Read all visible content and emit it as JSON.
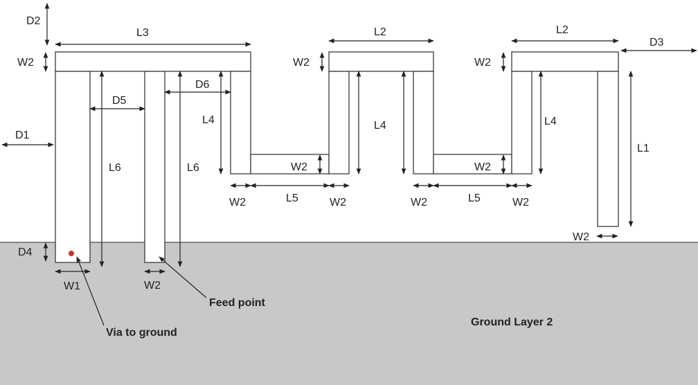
{
  "colors": {
    "ground": "#c8c8c8",
    "trace_fill": "#ffffff",
    "trace_stroke": "#3a3a3a",
    "via": "#c0392b",
    "text": "#222222"
  },
  "labels": {
    "d1": "D1",
    "d2": "D2",
    "d3": "D3",
    "d4": "D4",
    "d5": "D5",
    "d6": "D6",
    "l1": "L1",
    "l2a": "L2",
    "l2b": "L2",
    "l3": "L3",
    "l4a": "L4",
    "l4b": "L4",
    "l4c": "L4",
    "l5a": "L5",
    "l5b": "L5",
    "l6a": "L6",
    "l6b": "L6",
    "w1": "W1",
    "w2_left_top": "W2",
    "w2_mid_top": "W2",
    "w2_right_top": "W2",
    "w2_step1": "W2",
    "w2_step2": "W2",
    "w2_b1": "W2",
    "w2_b2": "W2",
    "w2_b3": "W2",
    "w2_b4": "W2",
    "w2_feed": "W2",
    "w2_end": "W2"
  },
  "annotations": {
    "feed_point": "Feed point",
    "via_to_ground": "Via to ground",
    "ground_layer": "Ground Layer 2"
  }
}
